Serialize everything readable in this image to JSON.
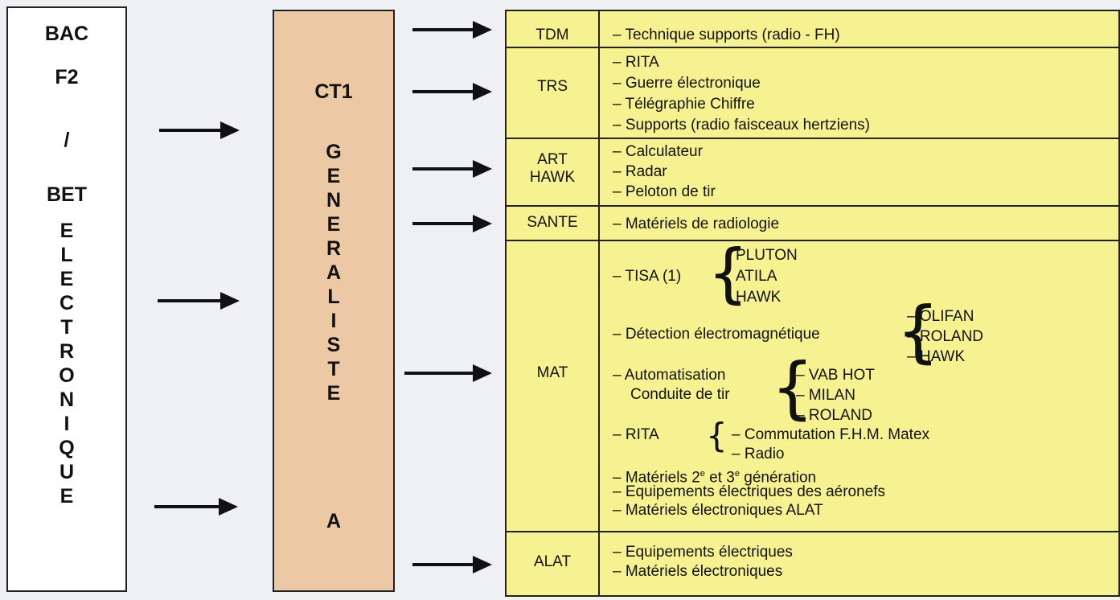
{
  "col1": {
    "top": [
      "BAC",
      "F2",
      "/",
      "BET"
    ],
    "vertical": [
      "E",
      "L",
      "E",
      "C",
      "T",
      "R",
      "O",
      "N",
      "I",
      "Q",
      "U",
      "E"
    ]
  },
  "col2": {
    "title": "CT1",
    "vertical": [
      "G",
      "E",
      "N",
      "E",
      "R",
      "A",
      "L",
      "I",
      "S",
      "T",
      "E"
    ],
    "suffix": "A"
  },
  "sections": {
    "tdm": {
      "label": "TDM",
      "items": [
        "– Technique supports (radio - FH)"
      ]
    },
    "trs": {
      "label": "TRS",
      "items": [
        "– RITA",
        "– Guerre électronique",
        "– Télégraphie Chiffre",
        "– Supports (radio faisceaux hertziens)"
      ]
    },
    "art": {
      "label1": "ART",
      "label2": "HAWK",
      "items": [
        "– Calculateur",
        "– Radar",
        "– Peloton de tir"
      ]
    },
    "sante": {
      "label": "SANTE",
      "items": [
        "– Matériels de radiologie"
      ]
    },
    "mat": {
      "label": "MAT",
      "tisa": "– TISA (1)",
      "tisa_sub": [
        "PLUTON",
        "ATILA",
        "HAWK"
      ],
      "detection": "– Détection électromagnétique",
      "detection_sub": [
        "– OLIFAN",
        "– ROLAND",
        "– HAWK"
      ],
      "auto1": "– Automatisation",
      "auto2": "Conduite de tir",
      "auto_sub": [
        "– VAB HOT",
        "– MILAN",
        "– ROLAND"
      ],
      "rita": "– RITA",
      "rita_sub": [
        "– Commutation F.H.M. Matex",
        "– Radio"
      ],
      "gen_pre": "– Matériels 2",
      "gen_sup1": "e",
      "gen_mid": " et 3",
      "gen_sup2": "e",
      "gen_post": " génération",
      "equip": "– Equipements électriques des aéronefs",
      "alat_mat": "– Matériels électroniques ALAT"
    },
    "alat": {
      "label": "ALAT",
      "items": [
        "– Equipements électriques",
        "– Matériels électroniques"
      ]
    }
  }
}
